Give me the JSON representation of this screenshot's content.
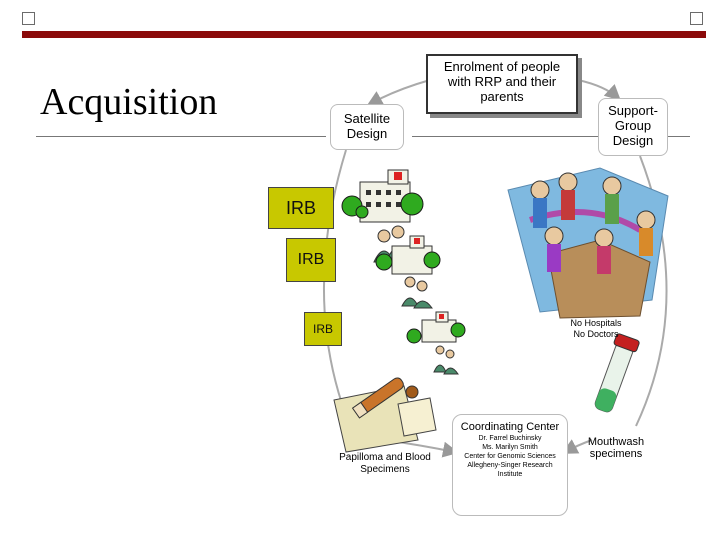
{
  "slide": {
    "title": "Acquisition"
  },
  "enrolment": {
    "text_line1": "Enrolment of people",
    "text_line2": "with RRP and their",
    "text_line3": "parents"
  },
  "satellite": {
    "line1": "Satellite",
    "line2": "Design"
  },
  "support": {
    "line1": "Support-",
    "line2": "Group",
    "line3": "Design"
  },
  "irb": {
    "label_1": "IRB",
    "label_2": "IRB",
    "label_3": "IRB"
  },
  "support_note": {
    "line1": "No Hospitals",
    "line2": "No Doctors"
  },
  "coordinating": {
    "heading": "Coordinating Center",
    "line1": "Dr. Farrel Buchinsky",
    "line2": "Ms. Marilyn Smith",
    "line3": "Center for Genomic Sciences",
    "line4": "Allegheny-Singer Research",
    "line5": "Institute"
  },
  "specimens": {
    "papilloma_line1": "Papilloma and Blood",
    "papilloma_line2": "Specimens",
    "mouthwash_line1": "Mouthwash",
    "mouthwash_line2": "specimens"
  },
  "colors": {
    "topbar": "#8b0a0a",
    "irb_fill": "#c8c800",
    "tree_green": "#2faa1f"
  }
}
